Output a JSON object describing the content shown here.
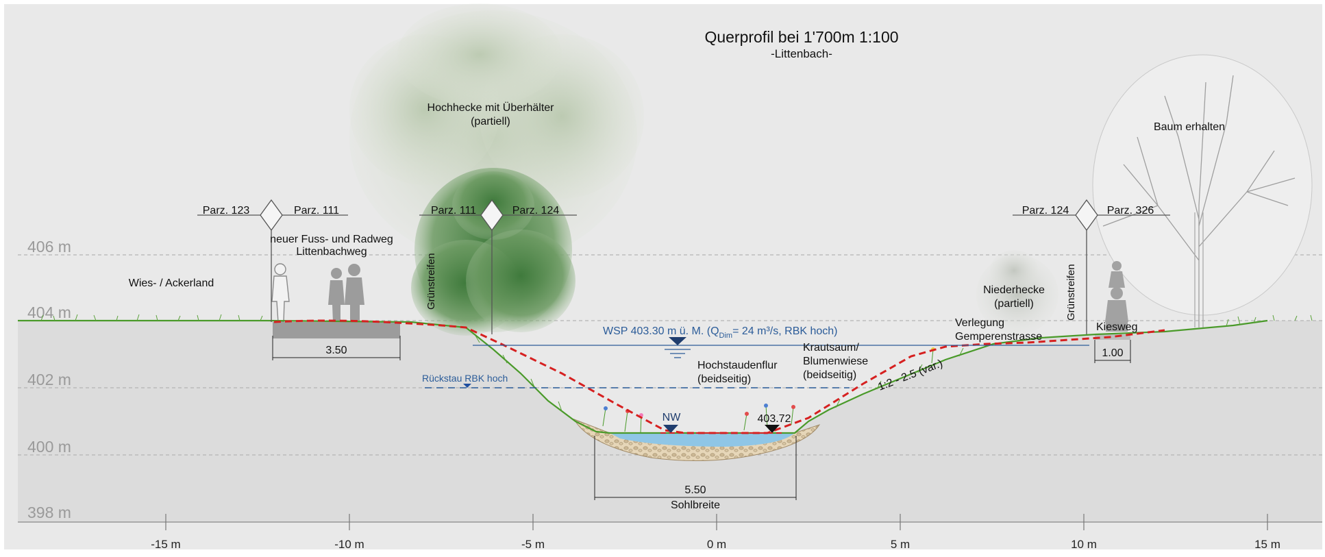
{
  "title": "Querprofil bei 1'700m 1:100",
  "subtitle": "-Littenbach-",
  "elevation_labels": [
    "406 m",
    "404 m",
    "402 m",
    "400 m",
    "398 m"
  ],
  "x_axis_labels": [
    "-15 m",
    "-10 m",
    "-5 m",
    "0 m",
    "5 m",
    "10 m",
    "15 m"
  ],
  "parcels": {
    "left_a": "Parz. 123",
    "left_b": "Parz. 111",
    "mid_a": "Parz. 111",
    "mid_b": "Parz. 124",
    "right_a": "Parz. 124",
    "right_b": "Parz. 326"
  },
  "labels": {
    "hochhecke_1": "Hochhecke mit Überhälter",
    "hochhecke_2": "(partiell)",
    "baum": "Baum erhalten",
    "fussweg_1": "neuer Fuss- und Radweg",
    "fussweg_2": "Littenbachweg",
    "wiesland": "Wies- / Ackerland",
    "gruenstreifen_left": "Grünstreifen",
    "gruenstreifen_right": "Grünstreifen",
    "niederhecke_1": "Niederhecke",
    "niederhecke_2": "(partiell)",
    "verlegung_1": "Verlegung",
    "verlegung_2": "Gemperenstrasse",
    "kiesweg": "Kiesweg",
    "wsp_prefix": "WSP 403.30 m ü. M. (Q",
    "wsp_sub": "Dim",
    "wsp_suffix": "= 24 m³/s, RBK hoch)",
    "rueckstau": "Rückstau RBK hoch",
    "krautsaum_1": "Krautsaum/",
    "krautsaum_2": "Blumenwiese",
    "krautsaum_3": "(beidseitig)",
    "hochstauden_1": "Hochstaudenflur",
    "hochstauden_2": "(beidseitig)",
    "slope": "1:2 - 2.5 (var.)",
    "nw": "NW",
    "level_mark": "403.72",
    "dim_path": "3.50",
    "dim_kies": "1.00",
    "dim_sohle": "5.50",
    "sohlbreite": "Sohlbreite"
  },
  "colors": {
    "terrain": "#dcdcdc",
    "sky": "#e9e9e9",
    "grass": "#4a9a2a",
    "proposed_line": "#d62020",
    "water": "#8fc6e6",
    "wsp_line": "#2b5c99",
    "tree_dark": "#4f7f4c",
    "tree_light": "#c7d3bd"
  }
}
